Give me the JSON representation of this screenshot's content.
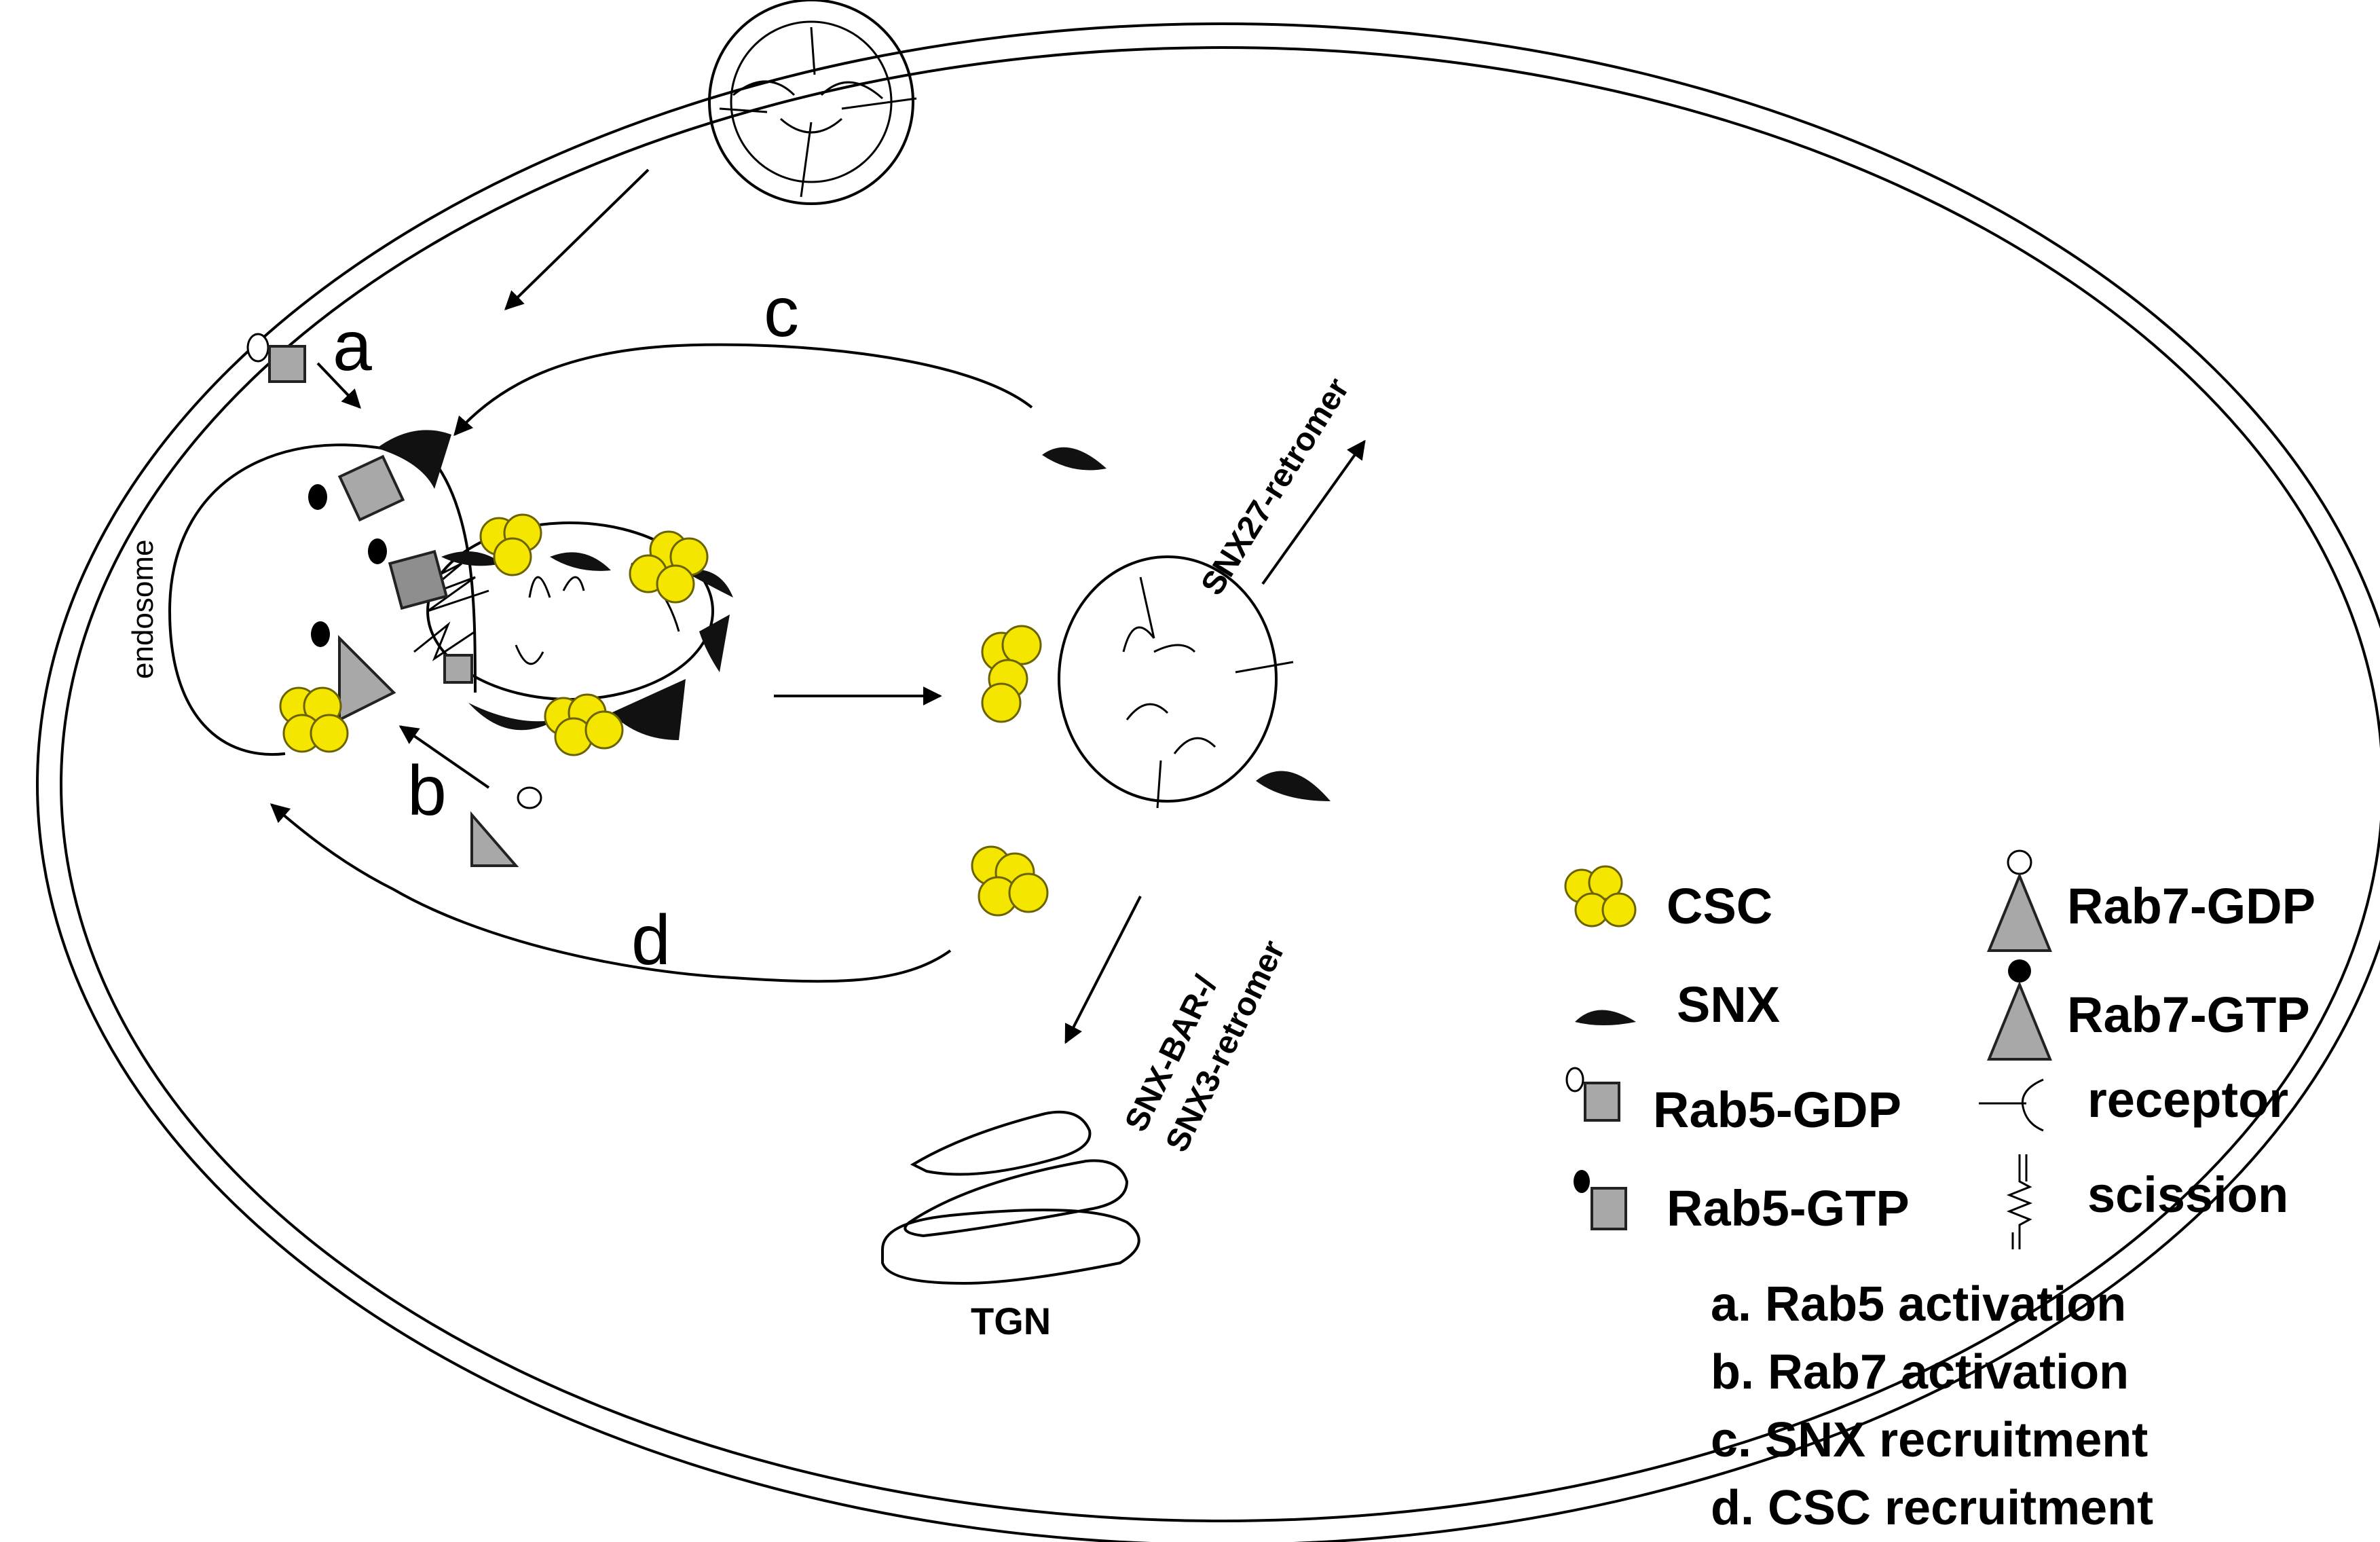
{
  "labels": {
    "step_a": "a",
    "step_b": "b",
    "step_c": "c",
    "step_d": "d",
    "endosome": "endosome",
    "snx27_retromer": "SNX27-retromer",
    "snx_bar_line1": "SNX-BAR-/",
    "snx_bar_line2": "SNX3-retromer",
    "tgn": "TGN"
  },
  "legend": {
    "csc": "CSC",
    "snx": "SNX",
    "rab5_gdp": "Rab5-GDP",
    "rab5_gtp": "Rab5-GTP",
    "rab7_gdp": "Rab7-GDP",
    "rab7_gtp": "Rab7-GTP",
    "receptor": "receptor",
    "scission": "scission"
  },
  "steps": [
    "a. Rab5 activation",
    "b. Rab7 activation",
    "c. SNX recruitment",
    "d. CSC recruitment"
  ],
  "colors": {
    "csc": "#f5e600",
    "rab": "#a8a8a8",
    "snx": "#111111"
  }
}
